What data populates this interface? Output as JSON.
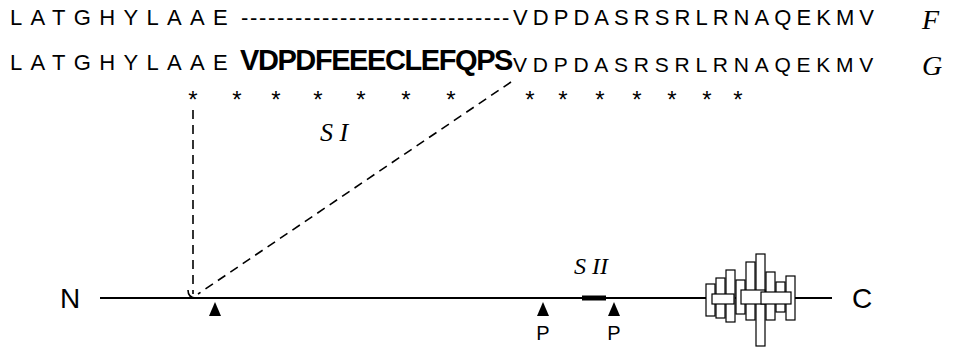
{
  "diagram": {
    "labels": [
      "LATGHYLAAE",
      "------------------------------",
      "VDPDASRSRLRNAQEKMV",
      "F",
      "LATGHYLAAE",
      "VDPDFEEECLEFQPS",
      "VDPDASRSRLRNAQEKMV",
      "G",
      "*",
      "*",
      "*",
      "*",
      "*",
      "*",
      "*",
      "*",
      "*",
      "*",
      "*",
      "*",
      "*",
      "*",
      "S I",
      "N",
      "S II",
      "P",
      "P",
      "C"
    ]
  }
}
